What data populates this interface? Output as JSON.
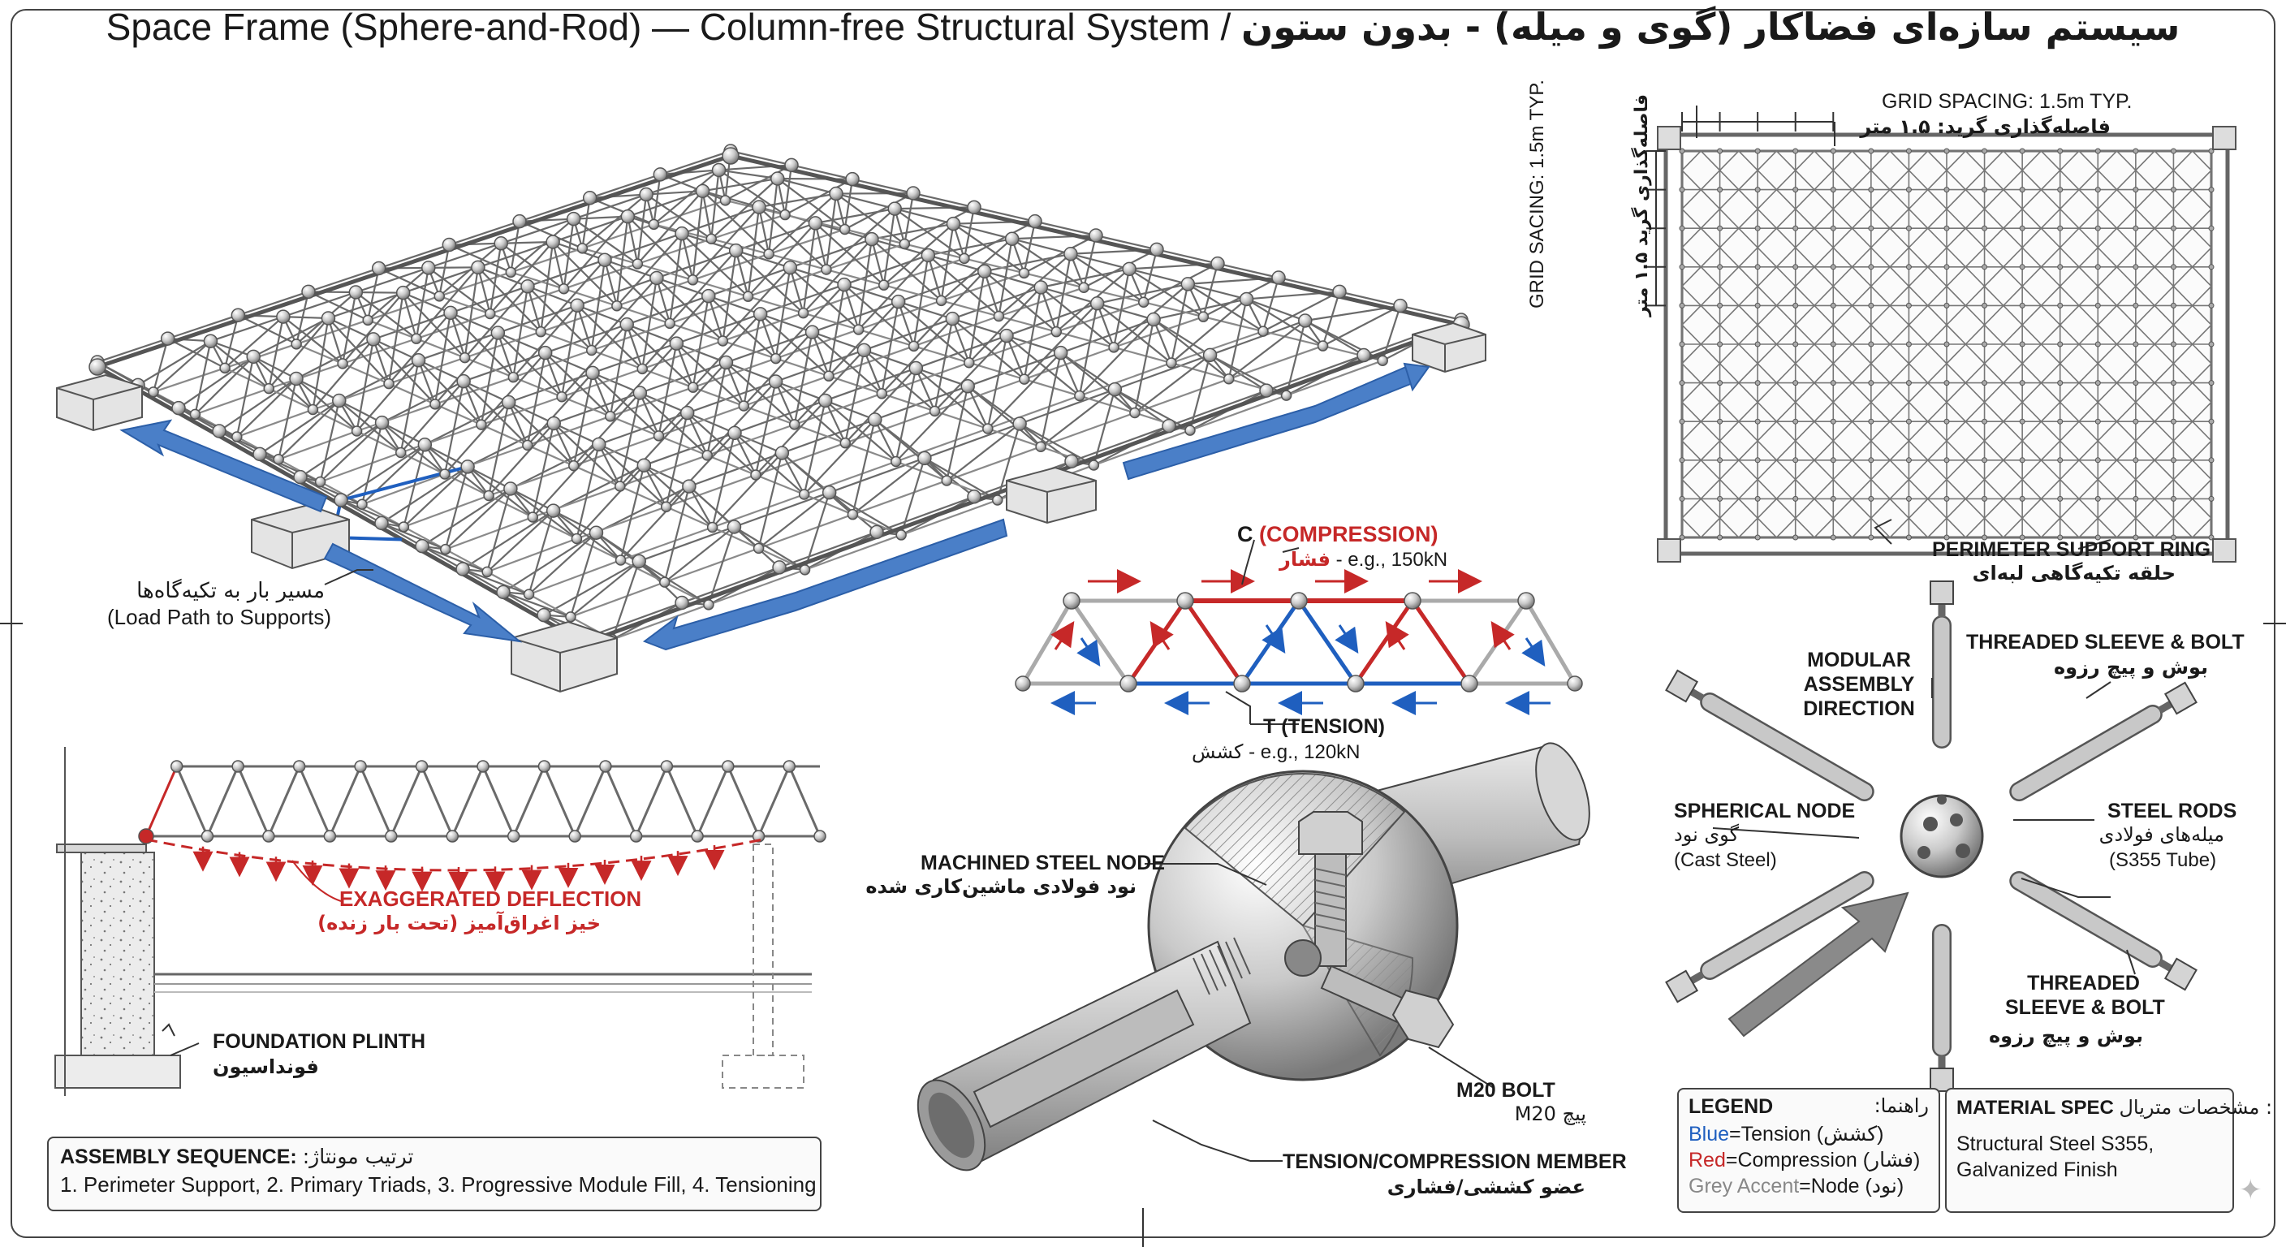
{
  "title": {
    "en": "Space Frame (Sphere-and-Rod) — Column-free Structural System /",
    "fa": "سیستم سازه‌ای فضاکار (گوی و میله) - بدون ستون"
  },
  "perspective": {
    "load_path_fa": "مسیر بار به تکیه‌گاه‌ها",
    "load_path_en": "(Load Path to Supports)"
  },
  "plan": {
    "spacing_h_en": "GRID SPACING: 1.5m TYP.",
    "spacing_h_fa": "فاصله‌گذاری گرید: ۱.۵ متر",
    "spacing_v_en": "GRID SACING: 1.5m TYP.",
    "spacing_v_fa": "فاصله‌گذاری گرید ۱.۵ متر",
    "ring_en": "PERIMETER SUPPORT RING",
    "ring_fa": "حلقه تکیه‌گاهی لبه‌ای"
  },
  "truss": {
    "c_letter": "C",
    "c_word": "(COMPRESSION)",
    "c_fa": "فشار",
    "c_value": "- e.g., 150kN",
    "t_label": "T (TENSION)",
    "t_fa": "کشش",
    "t_value": "- e.g., 120kN"
  },
  "elevation": {
    "deflection_en": "EXAGGERATED DEFLECTION",
    "deflection_fa": "خیز اغراق‌آمیز (تحت بار زنده)",
    "plinth_en": "FOUNDATION PLINTH",
    "plinth_fa": "فونداسیون"
  },
  "assembly": {
    "heading_en": "ASSEMBLY SEQUENCE",
    "heading_fa": "ترتیب مونتاژ:",
    "steps": "1. Perimeter Support,  2. Primary Triads,  3. Progressive Module Fill,  4. Tensioning"
  },
  "node_detail": {
    "node_en": "MACHINED STEEL NODE",
    "node_fa": "نود فولادی ماشین‌کاری شده",
    "bolt_en": "M20 BOLT",
    "bolt_fa": "پیچ M20",
    "member_en": "TENSION/COMPRESSION MEMBER",
    "member_fa": "عضو کششی/فشاری"
  },
  "exploded": {
    "modular_1": "MODULAR",
    "modular_2": "ASSEMBLY",
    "modular_3": "DIRECTION",
    "sleeve_top_en": "THREADED SLEEVE & BOLT",
    "sleeve_top_fa": "بوش و پیچ رزوه",
    "spherical_en": "SPHERICAL NODE",
    "spherical_fa": "گوی نود",
    "spherical_sub": "(Cast Steel)",
    "rods_en": "STEEL RODS",
    "rods_fa": "میله‌های فولادی",
    "rods_sub": "(S355 Tube)",
    "sleeve_bot_1": "THREADED",
    "sleeve_bot_2": "SLEEVE & BOLT",
    "sleeve_bot_fa": "بوش و پیچ رزوه"
  },
  "legend": {
    "heading_en": "LEGEND",
    "heading_fa": "راهنما:",
    "blue_word": "Blue",
    "blue_rest": "=Tension (کشش)",
    "red_word": "Red",
    "red_rest": "=Compression (فشار)",
    "grey_word": "Grey Accent",
    "grey_rest": "=Node (نود)"
  },
  "material": {
    "heading_en": "MATERIAL SPEC",
    "heading_fa": ": مشخصات متریال",
    "line1": "Structural Steel S355,",
    "line2": "Galvanized Finish"
  },
  "colors": {
    "tension": "#1f5fbf",
    "compression": "#c62828",
    "node": "#9a9a9a",
    "arrow_blue": "#4a7fc8"
  }
}
